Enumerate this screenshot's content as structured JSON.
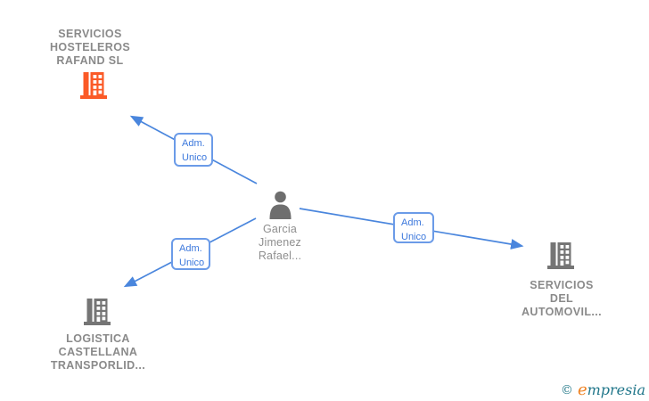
{
  "diagram": {
    "background": "#ffffff",
    "nodes": {
      "rafand": {
        "type": "company",
        "label_lines": [
          "SERVICIOS",
          "HOSTELEROS",
          "RAFAND SL"
        ],
        "icon": "building-icon",
        "icon_color": "#fb5a27"
      },
      "garcia": {
        "type": "person",
        "label_lines": [
          "Garcia",
          "Jimenez",
          "Rafael..."
        ],
        "icon": "person-icon",
        "icon_color": "#6e6e6e"
      },
      "logistica": {
        "type": "company",
        "label_lines": [
          "LOGISTICA",
          "CASTELLANA",
          "TRANSPORLID..."
        ],
        "icon": "building-icon",
        "icon_color": "#757575"
      },
      "automovil": {
        "type": "company",
        "label_lines": [
          "SERVICIOS",
          "DEL",
          "AUTOMOVIL..."
        ],
        "icon": "building-icon",
        "icon_color": "#757575"
      }
    },
    "edges": [
      {
        "from": "garcia",
        "to": "rafand",
        "label_lines": [
          "Adm.",
          "Unico"
        ]
      },
      {
        "from": "garcia",
        "to": "logistica",
        "label_lines": [
          "Adm.",
          "Unico"
        ]
      },
      {
        "from": "garcia",
        "to": "automovil",
        "label_lines": [
          "Adm.",
          "Unico"
        ]
      }
    ],
    "colors": {
      "edge": "#4a86dd",
      "edge_label_text": "#3c78dc",
      "edge_label_border": "#6b9be8",
      "company_label_text": "#8a8a8a",
      "person_label_text": "#8f8f8f"
    }
  },
  "footer": {
    "copyright_symbol": "©",
    "brand_first_letter": "e",
    "brand_rest": "mpresia",
    "brand_color_first": "#ef8222",
    "brand_color_rest": "#20768a"
  }
}
